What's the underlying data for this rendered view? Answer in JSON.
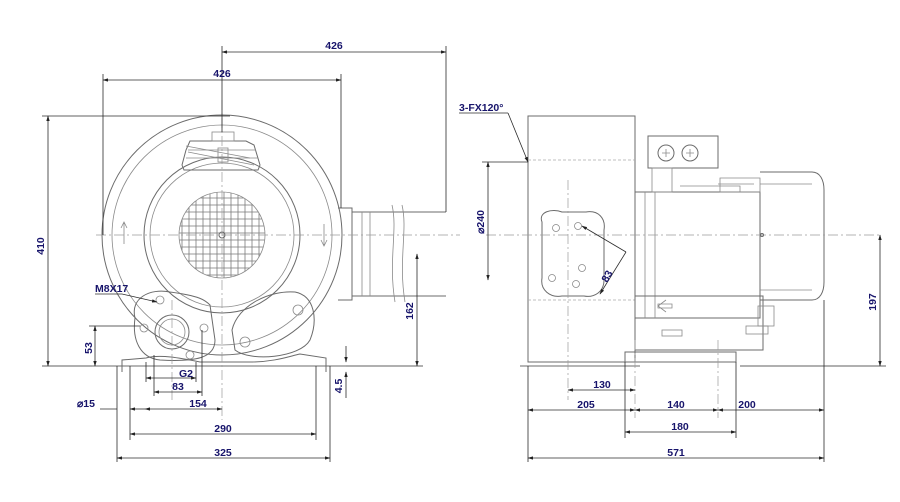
{
  "front_view": {
    "dims": {
      "overall_width_top": "426",
      "body_width": "426",
      "height": "410",
      "mount_bolt": "M8X17",
      "flange_height": "53",
      "outlet_height": "162",
      "pipe_thread": "G2",
      "flange_width": "83",
      "foot_offset": "154",
      "hole_dia": "⌀15",
      "foot_thk": "4.5",
      "hole_span": "290",
      "foot_span": "325"
    }
  },
  "side_view": {
    "dims": {
      "flange_holes": "3-FX120°",
      "housing_dia": "⌀240",
      "bolt_circle": "83",
      "center_height": "197",
      "inlet_offset": "130",
      "front_to_foot": "205",
      "foot_hole_span": "140",
      "motor_overhang": "200",
      "foot_length": "180",
      "overall_length": "571"
    }
  }
}
